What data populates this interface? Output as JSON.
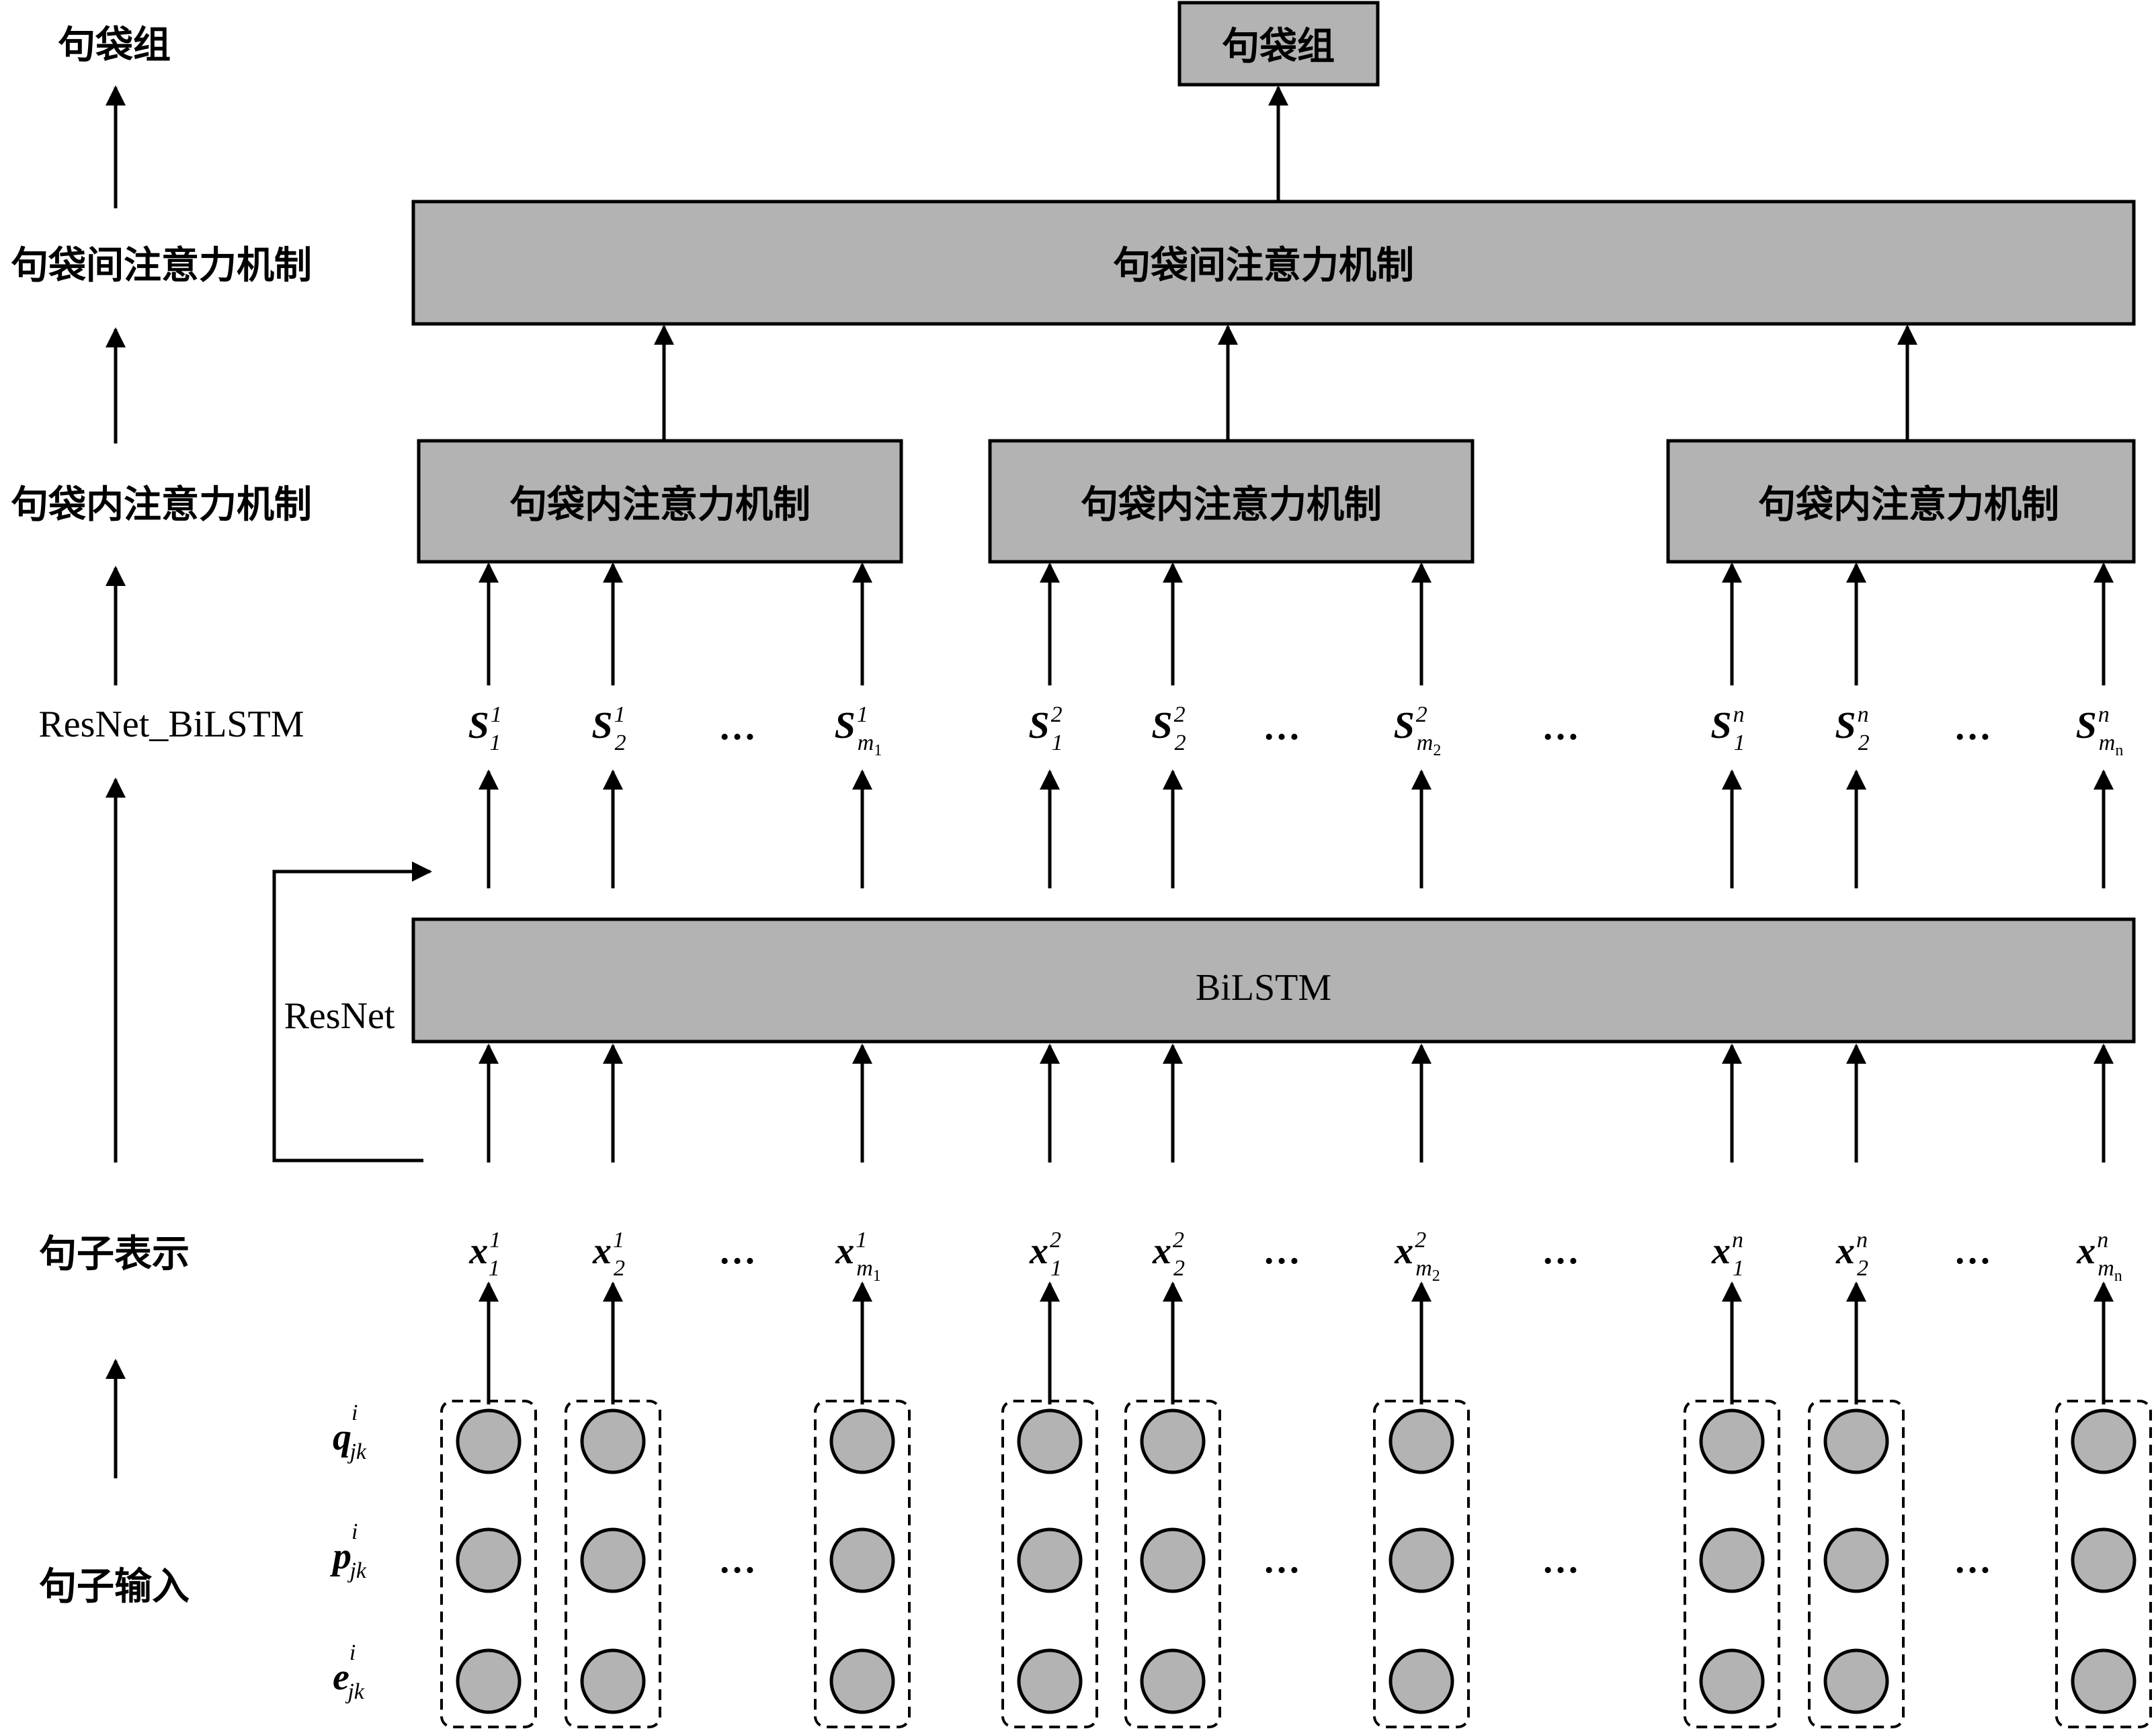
{
  "side_labels": {
    "bag_group": "句袋组",
    "inter_bag_attention": "句袋间注意力机制",
    "intra_bag_attention": "句袋内注意力机制",
    "resnet_bilstm": "ResNet_BiLSTM",
    "sentence_representation": "句子表示",
    "sentence_input": "句子输入"
  },
  "boxes": {
    "bag_group": "句袋组",
    "inter_bag_attention": "句袋间注意力机制",
    "intra_bag_attention": [
      "句袋内注意力机制",
      "句袋内注意力机制",
      "句袋内注意力机制"
    ],
    "bilstm": "BiLSTM"
  },
  "resnet_label": "ResNet",
  "ellipsis": "…",
  "input_labels": [
    {
      "base": "q",
      "sub": "jk",
      "sup": "i"
    },
    {
      "base": "p",
      "sub": "jk",
      "sup": "i"
    },
    {
      "base": "e",
      "sub": "jk",
      "sup": "i"
    }
  ],
  "s_symbols": [
    {
      "base": "S",
      "sup": "1",
      "sub": "1"
    },
    {
      "base": "S",
      "sup": "1",
      "sub": "2"
    },
    {
      "base": "S",
      "sup": "1",
      "sub": "m",
      "subsub": "1"
    },
    {
      "base": "S",
      "sup": "2",
      "sub": "1"
    },
    {
      "base": "S",
      "sup": "2",
      "sub": "2"
    },
    {
      "base": "S",
      "sup": "2",
      "sub": "m",
      "subsub": "2"
    },
    {
      "base": "S",
      "sup": "n",
      "sub": "1"
    },
    {
      "base": "S",
      "sup": "n",
      "sub": "2"
    },
    {
      "base": "S",
      "sup": "n",
      "sub": "m",
      "subsub": "n"
    }
  ],
  "x_symbols": [
    {
      "base": "x",
      "sup": "1",
      "sub": "1"
    },
    {
      "base": "x",
      "sup": "1",
      "sub": "2"
    },
    {
      "base": "x",
      "sup": "1",
      "sub": "m",
      "subsub": "1"
    },
    {
      "base": "x",
      "sup": "2",
      "sub": "1"
    },
    {
      "base": "x",
      "sup": "2",
      "sub": "2"
    },
    {
      "base": "x",
      "sup": "2",
      "sub": "m",
      "subsub": "2"
    },
    {
      "base": "x",
      "sup": "n",
      "sub": "1"
    },
    {
      "base": "x",
      "sup": "n",
      "sub": "2"
    },
    {
      "base": "x",
      "sup": "n",
      "sub": "m",
      "subsub": "n"
    }
  ],
  "colors": {
    "box_fill": "#b3b3b3",
    "node_fill": "#b3b3b3",
    "stroke": "#000000"
  }
}
